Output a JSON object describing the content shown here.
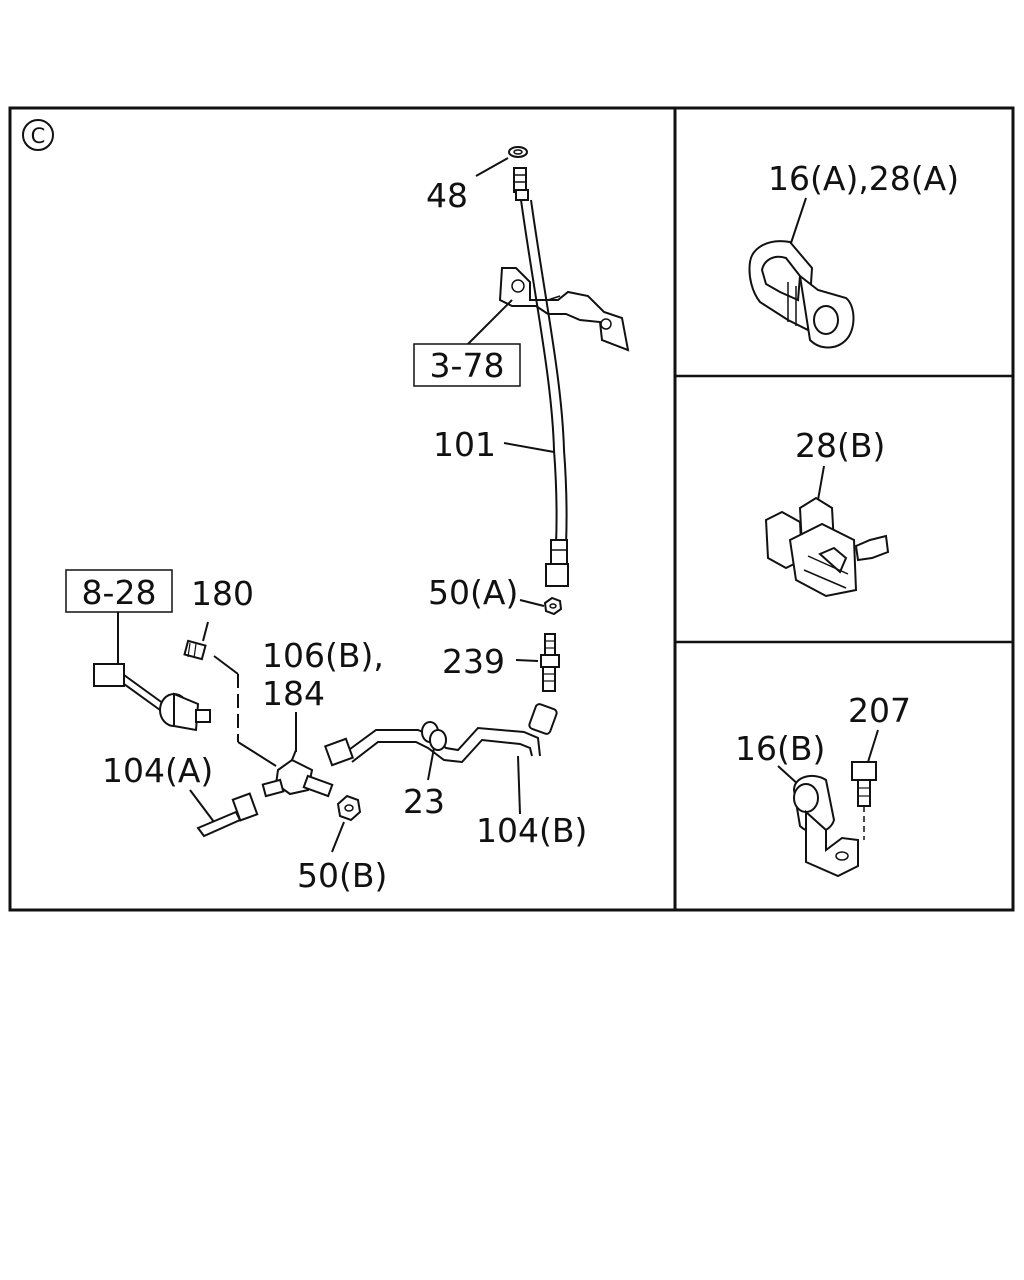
{
  "section_marker": "C",
  "main_view": {
    "callouts": [
      {
        "id": "48",
        "text": "48"
      },
      {
        "id": "3-78",
        "text": "3-78",
        "boxed": true
      },
      {
        "id": "101",
        "text": "101"
      },
      {
        "id": "8-28",
        "text": "8-28",
        "boxed": true
      },
      {
        "id": "180",
        "text": "180"
      },
      {
        "id": "50A",
        "text": "50(A)"
      },
      {
        "id": "106B",
        "text": "106(B),"
      },
      {
        "id": "184",
        "text": "184"
      },
      {
        "id": "239",
        "text": "239"
      },
      {
        "id": "104A",
        "text": "104(A)"
      },
      {
        "id": "23",
        "text": "23"
      },
      {
        "id": "104B",
        "text": "104(B)"
      },
      {
        "id": "50B",
        "text": "50(B)"
      }
    ]
  },
  "detail_views": [
    {
      "id": "clip-16a-28a",
      "label": "16(A),28(A)"
    },
    {
      "id": "clip-28b",
      "label": "28(B)"
    },
    {
      "id": "clip-16b-bolt-207",
      "labels": [
        "207",
        "16(B)"
      ]
    }
  ]
}
